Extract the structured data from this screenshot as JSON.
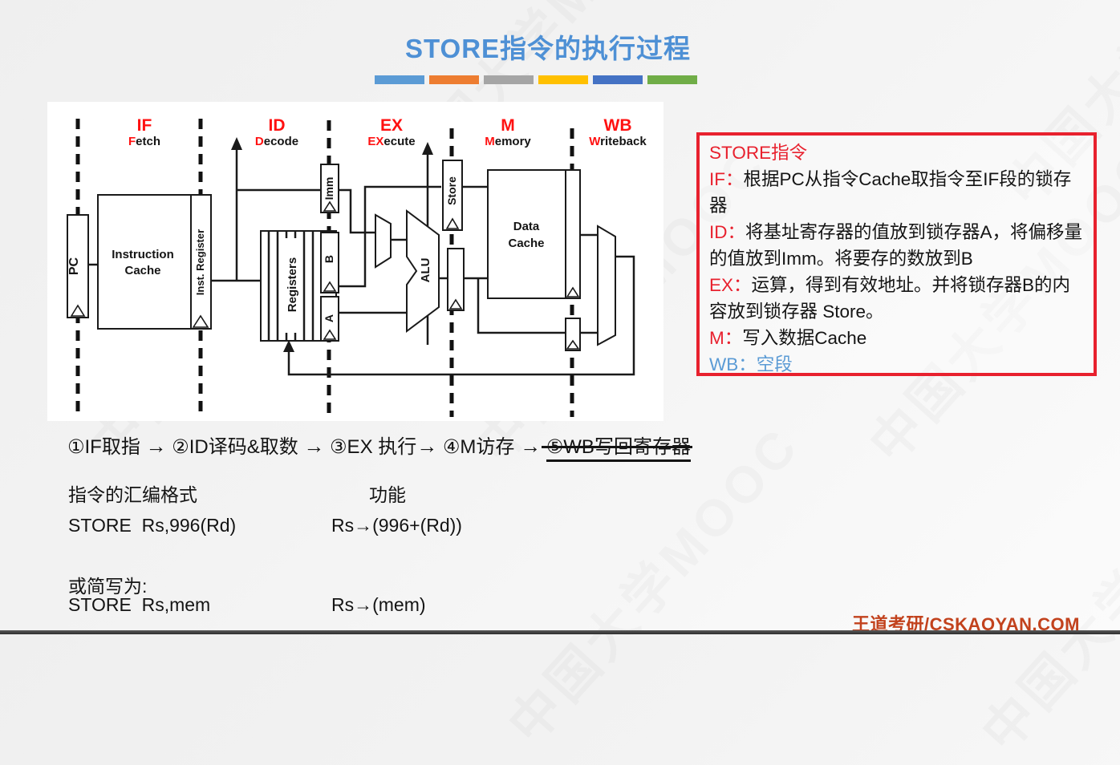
{
  "page": {
    "title": "STORE指令的执行过程",
    "title_color": "#4e90d5",
    "watermark": "中国大学MOOC",
    "footer": "王道考研/CSKAOYAN.COM",
    "footer_color": "#c2421d"
  },
  "accent_bars": {
    "colors": [
      "#5B9BD5",
      "#ED7D31",
      "#A5A5A5",
      "#FFC000",
      "#4472C4",
      "#70AD47"
    ]
  },
  "diagram": {
    "label_red": "#ff1111",
    "label_dark": "#1a1a1a",
    "highlight_color": "#6aaa4b",
    "stages": [
      {
        "abbr": "IF",
        "word_red": "F",
        "word_rest": "etch"
      },
      {
        "abbr": "ID",
        "word_red": "D",
        "word_rest": "ecode"
      },
      {
        "abbr": "EX",
        "word_red": "EX",
        "word_rest": "ecute"
      },
      {
        "abbr": "M",
        "word_red": "M",
        "word_rest": "emory"
      },
      {
        "abbr": "WB",
        "word_red": "W",
        "word_rest": "riteback"
      }
    ],
    "components": {
      "pc": "PC",
      "icache_line1": "Instruction",
      "icache_line2": "Cache",
      "inst_reg": "Inst. Register",
      "registers": "Registers",
      "imm": "Imm",
      "b_latch": "B",
      "a_latch": "A",
      "alu": "ALU",
      "store_latch": "Store",
      "dcache_line1": "Data",
      "dcache_line2": "Cache"
    }
  },
  "info_box": {
    "border_color": "#e8212e",
    "lines": [
      {
        "label": "STORE指令",
        "text": "",
        "label_color": "#e8212e",
        "text_color": "#141414"
      },
      {
        "label": "IF：",
        "text": "根据PC从指令Cache取指令至IF段的锁存器",
        "label_color": "#e8212e",
        "text_color": "#141414"
      },
      {
        "label": "ID：",
        "text": "将基址寄存器的值放到锁存器A，将偏移量的值放到Imm。将要存的数放到B",
        "label_color": "#e8212e",
        "text_color": "#141414"
      },
      {
        "label": "EX：",
        "text": "运算，得到有效地址。并将锁存器B的内容放到锁存器 Store。",
        "label_color": "#e8212e",
        "text_color": "#141414"
      },
      {
        "label": "M：",
        "text": "写入数据Cache",
        "label_color": "#e8212e",
        "text_color": "#141414"
      },
      {
        "label": "WB：",
        "text": "空段",
        "label_color": "#5b9bd5",
        "text_color": "#5b9bd5"
      }
    ]
  },
  "steps": {
    "segments": [
      {
        "text": "①IF取指 "
      },
      {
        "text": "→"
      },
      {
        "text": " ②ID译码&取数 "
      },
      {
        "text": "→"
      },
      {
        "text": " ③EX 执行"
      },
      {
        "text": "→"
      },
      {
        "text": " ④M访存 "
      },
      {
        "text": "→"
      },
      {
        "text": " "
      },
      {
        "text": "⑤WB写回寄存器"
      }
    ]
  },
  "table": {
    "col1_header": "指令的汇编格式",
    "col2_header": "功能",
    "row1_asm": "STORE  Rs,996(Rd)",
    "row1_func": "Rs→(996+(Rd))",
    "note": "或简写为:",
    "row2_asm": "STORE  Rs,mem",
    "row2_func": "Rs→(mem)"
  }
}
